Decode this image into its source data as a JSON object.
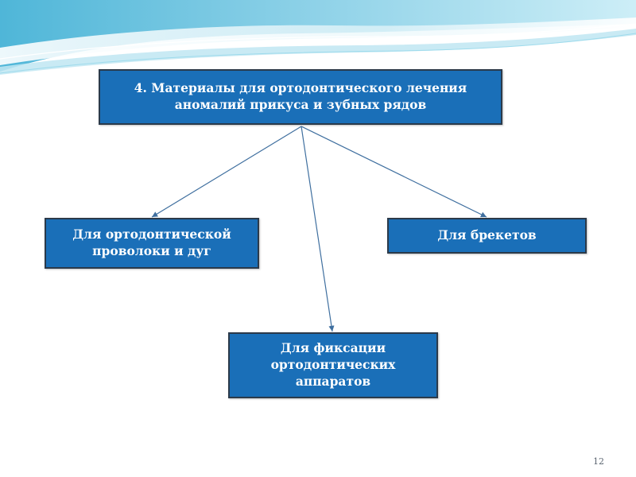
{
  "slide": {
    "nodes": {
      "root": "4. Материалы для ортодонтического лечения аномалий прикуса и зубных рядов",
      "left": "Для ортодонтической проволоки и дуг",
      "right": "Для брекетов",
      "bottom": "Для фиксации ортодонтических аппаратов"
    },
    "edges": [
      {
        "from": "root",
        "to": "left"
      },
      {
        "from": "root",
        "to": "bottom"
      },
      {
        "from": "root",
        "to": "right"
      }
    ],
    "page_number": "12",
    "colors": {
      "box_fill": "#1a6fb8",
      "box_border": "#2b3a4a",
      "connector": "#3f6f9f",
      "wave_light": "#bfe6f2",
      "wave_mid": "#7dcbe3",
      "wave_dark": "#3fa9cf"
    }
  }
}
